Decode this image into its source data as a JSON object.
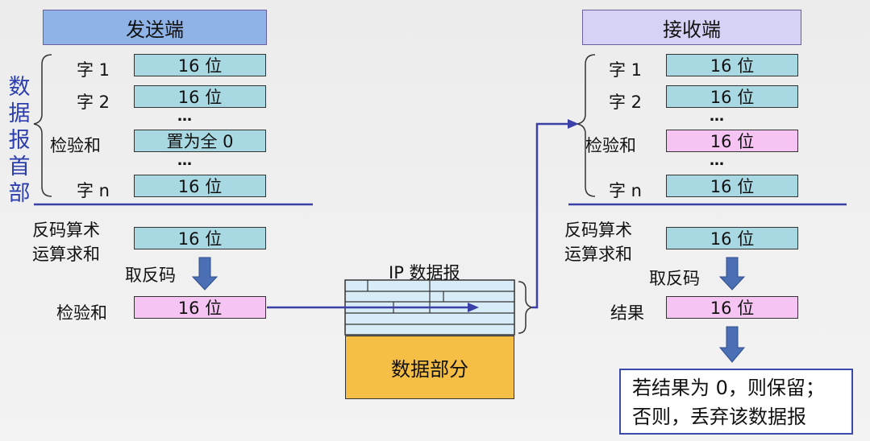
{
  "sender": {
    "title": "发送端",
    "rows": [
      {
        "label": "字 1",
        "value": "16 位"
      },
      {
        "label": "字 2",
        "value": "16 位"
      },
      {
        "label": "检验和",
        "value": "置为全 0"
      },
      {
        "label": "字 n",
        "value": "16 位"
      }
    ],
    "side_label": [
      "数",
      "据",
      "报",
      "首",
      "部"
    ],
    "sum_label_line1": "反码算术",
    "sum_label_line2": "运算求和",
    "sum_value": "16 位",
    "complement_label": "取反码",
    "checksum_label": "检验和",
    "checksum_value": "16 位"
  },
  "receiver": {
    "title": "接收端",
    "rows": [
      {
        "label": "字 1",
        "value": "16 位"
      },
      {
        "label": "字 2",
        "value": "16 位"
      },
      {
        "label": "检验和",
        "value": "16 位"
      },
      {
        "label": "字 n",
        "value": "16 位"
      }
    ],
    "sum_label_line1": "反码算术",
    "sum_label_line2": "运算求和",
    "sum_value": "16 位",
    "complement_label": "取反码",
    "result_label": "结果",
    "result_value": "16 位",
    "note_line1": "若结果为 0，则保留；",
    "note_line2": "否则，丢弃该数据报"
  },
  "datagram": {
    "title": "IP 数据报",
    "data_part": "数据部分"
  },
  "ellipsis": "…",
  "colors": {
    "header_left": "#8fb3e6",
    "header_right": "#d6d2f5",
    "field_cyan": "#a8d8e2",
    "field_pink": "#f6c4f2",
    "line_blue": "#3b3fa8",
    "arrow_blue": "#4a6fb5",
    "data_orange": "#f5be45"
  }
}
